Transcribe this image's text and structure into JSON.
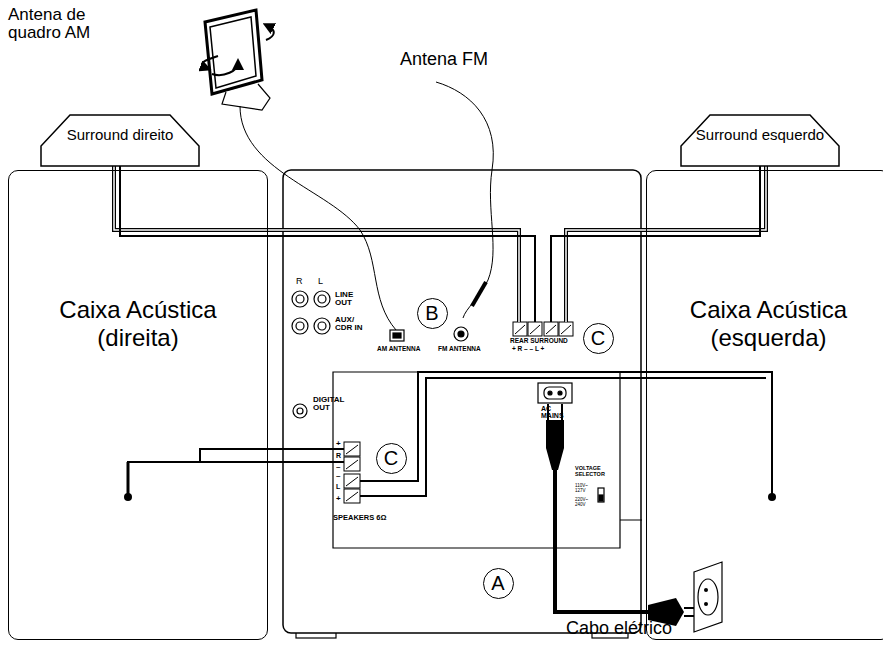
{
  "diagram": {
    "nodes": [
      {
        "text": [
          "Surround direito"
        ]
      },
      {
        "text": [
          "Surround esquerdo"
        ]
      },
      {
        "text": [
          "Caixa Acústica (direita)"
        ]
      },
      {
        "text": [
          "B"
        ]
      },
      {
        "text": [
          "C"
        ]
      },
      {
        "text": [
          "Caixa Acústica (esquerda)"
        ]
      },
      {
        "text": [
          "C"
        ]
      },
      {
        "text": [
          "A"
        ]
      }
    ],
    "labels": [
      "Antena de quadro AM",
      "Antena FM",
      "R",
      "L",
      "LINE OUT",
      "AUX/ CDR IN",
      "AM ANTENNA",
      "FM ANTENNA",
      "REAR SURROUND",
      "+ R – – L +",
      "DIGITAL OUT",
      "+",
      "R",
      "–",
      "–",
      "L",
      "+",
      "SPEAKERS 6Ω",
      "AC MAINS",
      "VOLTAGE SELECTOR",
      "110V~ 127V",
      "220V~ 240V",
      "Cabo elétrico"
    ]
  }
}
